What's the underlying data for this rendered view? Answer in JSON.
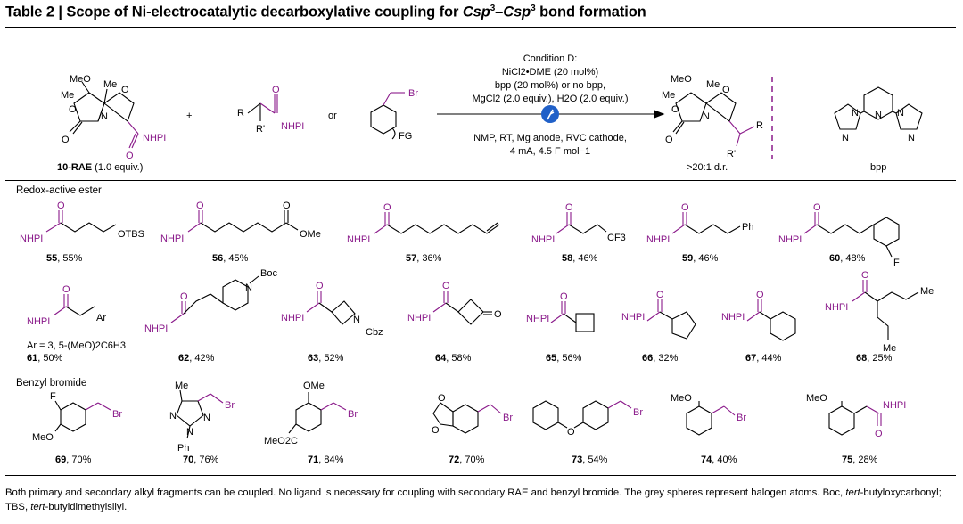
{
  "title": {
    "pre": "Table 2 | Scope of Ni-electrocatalytic decarboxylative coupling for ",
    "c1": "Csp",
    "sup1": "3",
    "dash": "–",
    "c2": "Csp",
    "sup2": "3",
    "post": " bond formation"
  },
  "scheme": {
    "start_label_num": "10-RAE",
    "start_label_rest": " (1.0 equiv.)",
    "plus": "+",
    "or": "or",
    "conditions": [
      "Condition D:",
      "NiCl2•DME (20 mol%)",
      "bpp (20 mol%) or no bpp,",
      "MgCl2 (2.0 equiv.), H2O (2.0 equiv.)",
      "NMP, RT, Mg anode, RVC cathode,",
      "4 mA, 4.5 F mol−1"
    ],
    "product_dr": ">20:1 d.r.",
    "ligand_label": "bpp",
    "atoms": {
      "MeO": "MeO",
      "Me": "Me",
      "O": "O",
      "N": "N",
      "NHPI": "NHPI",
      "R": "R",
      "Rp": "R'",
      "Br": "Br",
      "FG": "FG"
    }
  },
  "sections": {
    "rae": "Redox-active ester",
    "benzyl": "Benzyl bromide"
  },
  "groups": {
    "OTBS": "OTBS",
    "OMe": "OMe",
    "CF3": "CF3",
    "Ph": "Ph",
    "F": "F",
    "Ar": "Ar",
    "Boc": "Boc",
    "Cbz": "Cbz",
    "Et": "Me",
    "MeO2C": "MeO2C",
    "MeOg": "MeO",
    "Meg": "Me"
  },
  "ar_def": "Ar = 3, 5-(MeO)2C6H3",
  "entries": [
    {
      "num": "55",
      "yield": ", 55%"
    },
    {
      "num": "56",
      "yield": ", 45%"
    },
    {
      "num": "57",
      "yield": ", 36%"
    },
    {
      "num": "58",
      "yield": ", 46%"
    },
    {
      "num": "59",
      "yield": ", 46%"
    },
    {
      "num": "60",
      "yield": ", 48%"
    },
    {
      "num": "61",
      "yield": ", 50%"
    },
    {
      "num": "62",
      "yield": ", 42%"
    },
    {
      "num": "63",
      "yield": ", 52%"
    },
    {
      "num": "64",
      "yield": ", 58%"
    },
    {
      "num": "65",
      "yield": ", 56%"
    },
    {
      "num": "66",
      "yield": ", 32%"
    },
    {
      "num": "67",
      "yield": ", 44%"
    },
    {
      "num": "68",
      "yield": ", 25%"
    },
    {
      "num": "69",
      "yield": ", 70%"
    },
    {
      "num": "70",
      "yield": ", 76%"
    },
    {
      "num": "71",
      "yield": ", 84%"
    },
    {
      "num": "72",
      "yield": ", 70%"
    },
    {
      "num": "73",
      "yield": ", 54%"
    },
    {
      "num": "74",
      "yield": ", 40%"
    },
    {
      "num": "75",
      "yield": ", 28%"
    }
  ],
  "footnote": {
    "text": "Both primary and secondary alkyl fragments can be coupled. No ligand is necessary for coupling with secondary RAE and benzyl bromide. The grey spheres represent halogen atoms. Boc, ",
    "i1": "tert",
    "t2": "-butyloxycarbonyl; TBS, ",
    "i2": "tert",
    "t3": "-butyldimethylsilyl."
  },
  "colors": {
    "purple": "#8a1a8a",
    "text": "#000000"
  }
}
